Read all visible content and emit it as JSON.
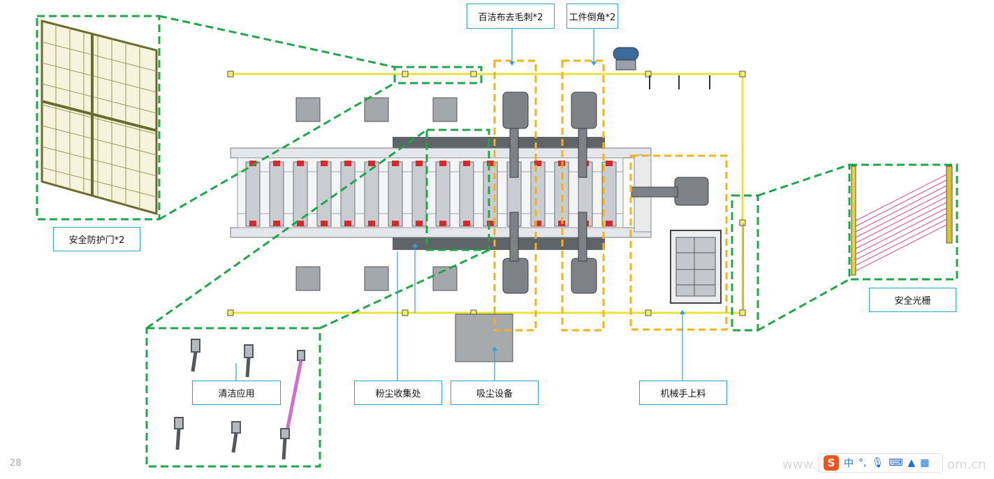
{
  "page": {
    "number": "28",
    "watermark_left": "www.",
    "watermark_right": "om.cn"
  },
  "labels": {
    "safety_door": "安全防护门*2",
    "cloth_deburr": "百洁布去毛刺*2",
    "chamfer": "工件倒角*2",
    "clean_app": "清洁应用",
    "dust_collect": "粉尘收集处",
    "dust_equipment": "吸尘设备",
    "robot_loading": "机械手上料",
    "light_curtain": "安全光栅"
  },
  "ime": {
    "logo": "S",
    "mode": "中",
    "punct": "°,",
    "icons": [
      "mic-icon",
      "keyboard-icon",
      "shirt-icon",
      "grid-icon"
    ]
  },
  "colors": {
    "callout_green": "#1fa64a",
    "zone_orange": "#f5b01a",
    "fence_yellow": "#e8e23c",
    "label_border": "#29a3d4"
  }
}
